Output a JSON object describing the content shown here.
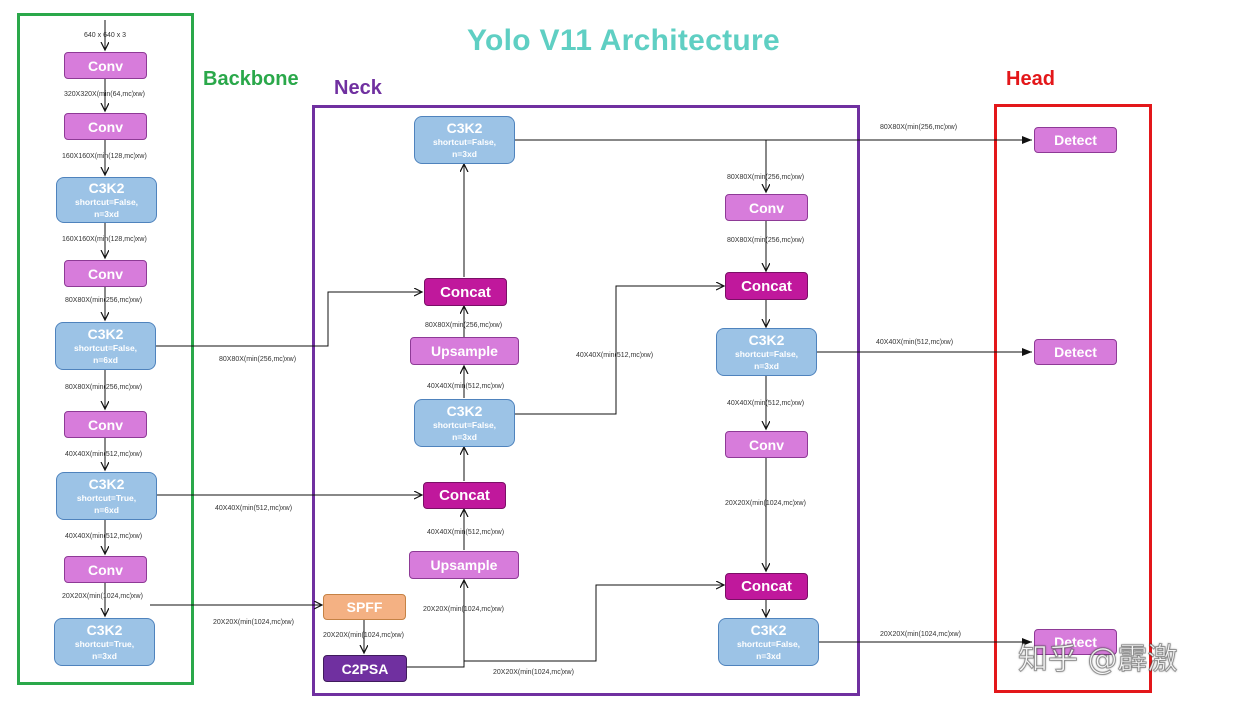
{
  "title": "Yolo V11 Architecture",
  "groups": {
    "backbone": "Backbone",
    "neck": "Neck",
    "head": "Head"
  },
  "colors": {
    "title": "#5fcfc3",
    "backbone": "#2aa84a",
    "neck": "#7030a0",
    "head": "#e3171a",
    "conv": "#d77cdb",
    "concat": "#c0189c",
    "c3k2": "#9cc3e6",
    "spff": "#f4b183",
    "c2psa": "#7030a0"
  },
  "nodes": {
    "b_conv1": "Conv",
    "b_conv2": "Conv",
    "b_c3k2_1": {
      "name": "C3K2",
      "l2": "shortcut=False,",
      "l3": "n=3xd"
    },
    "b_conv3": "Conv",
    "b_c3k2_2": {
      "name": "C3K2",
      "l2": "shortcut=False,",
      "l3": "n=6xd"
    },
    "b_conv4": "Conv",
    "b_c3k2_3": {
      "name": "C3K2",
      "l2": "shortcut=True,",
      "l3": "n=6xd"
    },
    "b_conv5": "Conv",
    "b_c3k2_4": {
      "name": "C3K2",
      "l2": "shortcut=True,",
      "l3": "n=3xd"
    },
    "n_c3k2_top": {
      "name": "C3K2",
      "l2": "shortcut=False,",
      "l3": "n=3xd"
    },
    "n_concat1": "Concat",
    "n_ups1": "Upsample",
    "n_c3k2_mid": {
      "name": "C3K2",
      "l2": "shortcut=False,",
      "l3": "n=3xd"
    },
    "n_concat2": "Concat",
    "n_ups2": "Upsample",
    "n_spff": "SPFF",
    "n_c2psa": "C2PSA",
    "n_conv_r1": "Conv",
    "n_concat_r1": "Concat",
    "n_c3k2_r1": {
      "name": "C3K2",
      "l2": "shortcut=False,",
      "l3": "n=3xd"
    },
    "n_conv_r2": "Conv",
    "n_concat_r2": "Concat",
    "n_c3k2_r2": {
      "name": "C3K2",
      "l2": "shortcut=False,",
      "l3": "n=3xd"
    },
    "h_detect1": "Detect",
    "h_detect2": "Detect",
    "h_detect3": "Detect"
  },
  "labels": {
    "input": "640 x 640 x 3",
    "b1": "320X320X(min(64,mc)xw)",
    "b2": "160X160X(min(128,mc)xw)",
    "b3": "160X160X(min(128,mc)xw)",
    "b4": "80X80X(min(256,mc)xw)",
    "b5": "80X80X(min(256,mc)xw)",
    "b6": "40X40X(min(512,mc)xw)",
    "b7": "40X40X(min(512,mc)xw)",
    "b8": "20X20X(min(1024,mc)xw)",
    "x80": "80X80X(min(256,mc)xw)",
    "x40": "40X40X(min(512,mc)xw)",
    "x20": "20X20X(min(1024,mc)xw)",
    "spff_out": "20X20X(min(1024,mc)xw)",
    "c2psa_up": "20X20X(min(1024,mc)xw)",
    "c2psa_right": "20X20X(min(1024,mc)xw)",
    "ups2_out": "40X40X(min(512,mc)xw)",
    "c3mid_up": "40X40X(min(512,mc)xw)",
    "ups1_out": "80X80X(min(256,mc)xw)",
    "mid_right": "40X40X(min(512,mc)xw)",
    "r_top1": "80X80X(min(256,mc)xw)",
    "r_top2": "80X80X(min(256,mc)xw)",
    "r_mid": "40X40X(min(512,mc)xw)",
    "r_low": "20X20X(min(1024,mc)xw)",
    "h1": "80X80X(min(256,mc)xw)",
    "h2": "40X40X(min(512,mc)xw)",
    "h3": "20X20X(min(1024,mc)xw)"
  },
  "watermark": "知乎 @霹激"
}
